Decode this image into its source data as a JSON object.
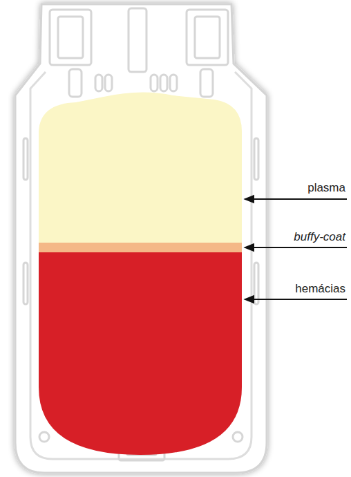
{
  "diagram": {
    "labels": [
      "plasma",
      "buffy-coat",
      "hemácias"
    ]
  }
}
